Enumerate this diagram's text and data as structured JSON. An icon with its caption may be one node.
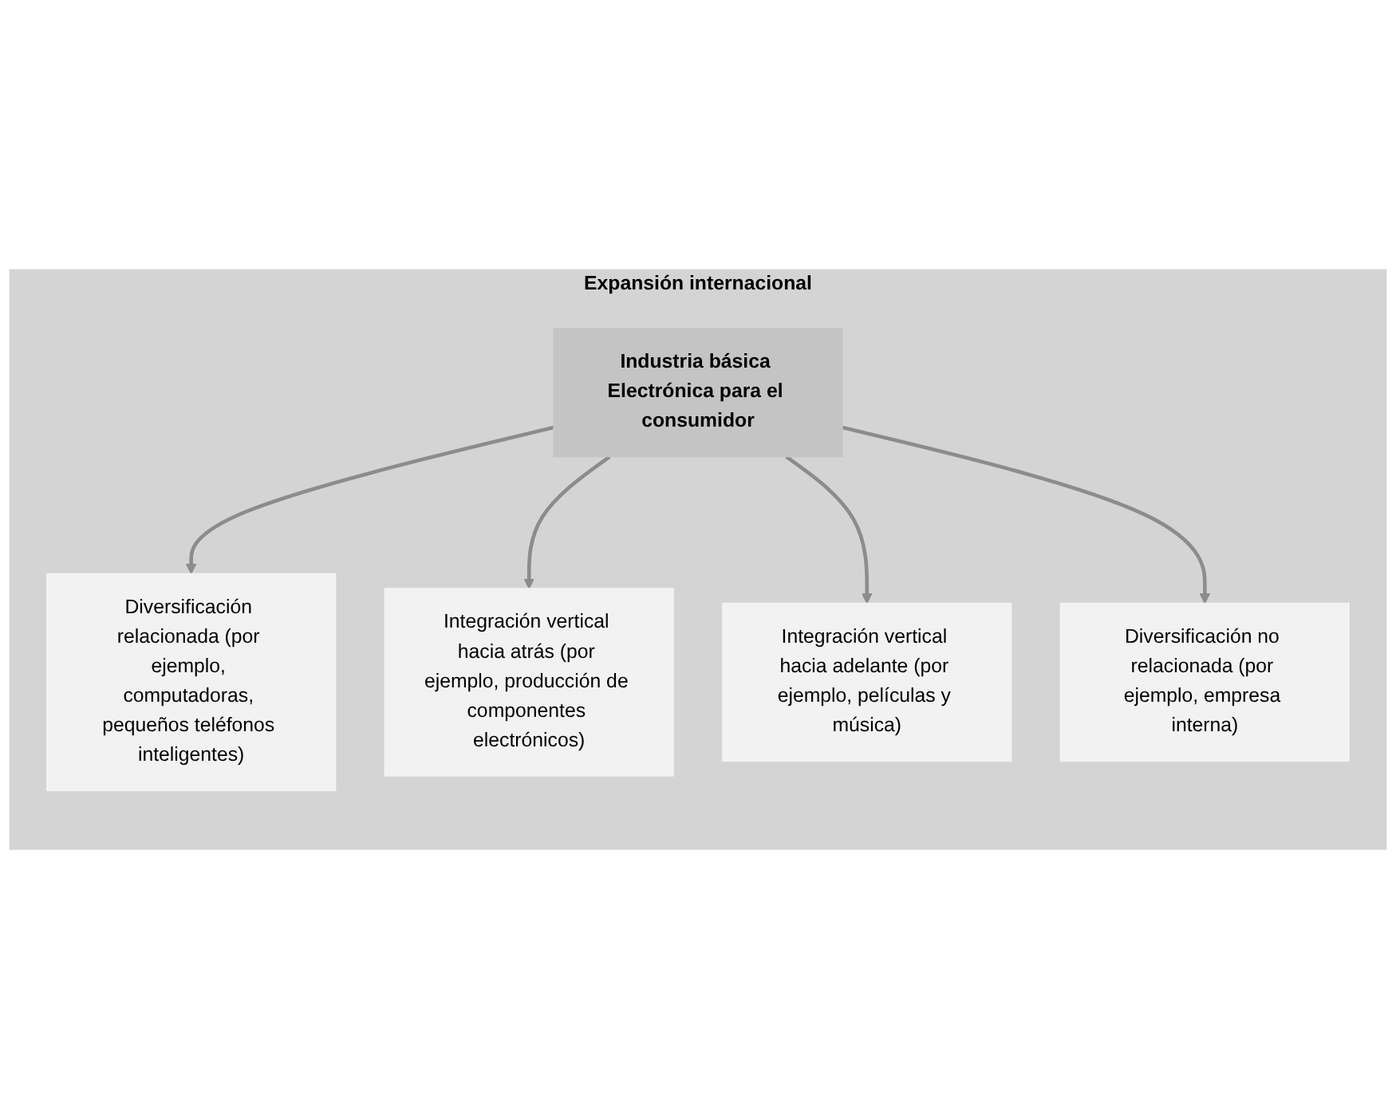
{
  "diagram": {
    "nodes": [
      {
        "text": [
          "Expansión internacional"
        ]
      },
      {
        "text": [
          "Diversificación relacionada (por ejemplo, computadoras, pequeños teléfonos inteligentes)"
        ],
        "in": 0
      },
      {
        "text": [
          "Integración vertical hacia atrás (por ejemplo, producción de componentes electrónicos)"
        ],
        "in": 0
      },
      {
        "text": [
          "Industria básica Electrónica para el consumidor"
        ],
        "in": 0
      },
      {
        "text": [
          "Integración vertical hacia adelante (por ejemplo, películas y música)"
        ],
        "in": 0
      },
      {
        "text": [
          "Diversificación no relacionada (por ejemplo, empresa interna)"
        ],
        "in": 0
      }
    ],
    "edges": [
      {
        "from": 3,
        "to": 1,
        "arrow": "to"
      },
      {
        "from": 3,
        "to": 2,
        "arrow": "to"
      },
      {
        "from": 3,
        "to": 4,
        "arrow": "to"
      },
      {
        "from": 3,
        "to": 5,
        "arrow": "to"
      }
    ]
  }
}
